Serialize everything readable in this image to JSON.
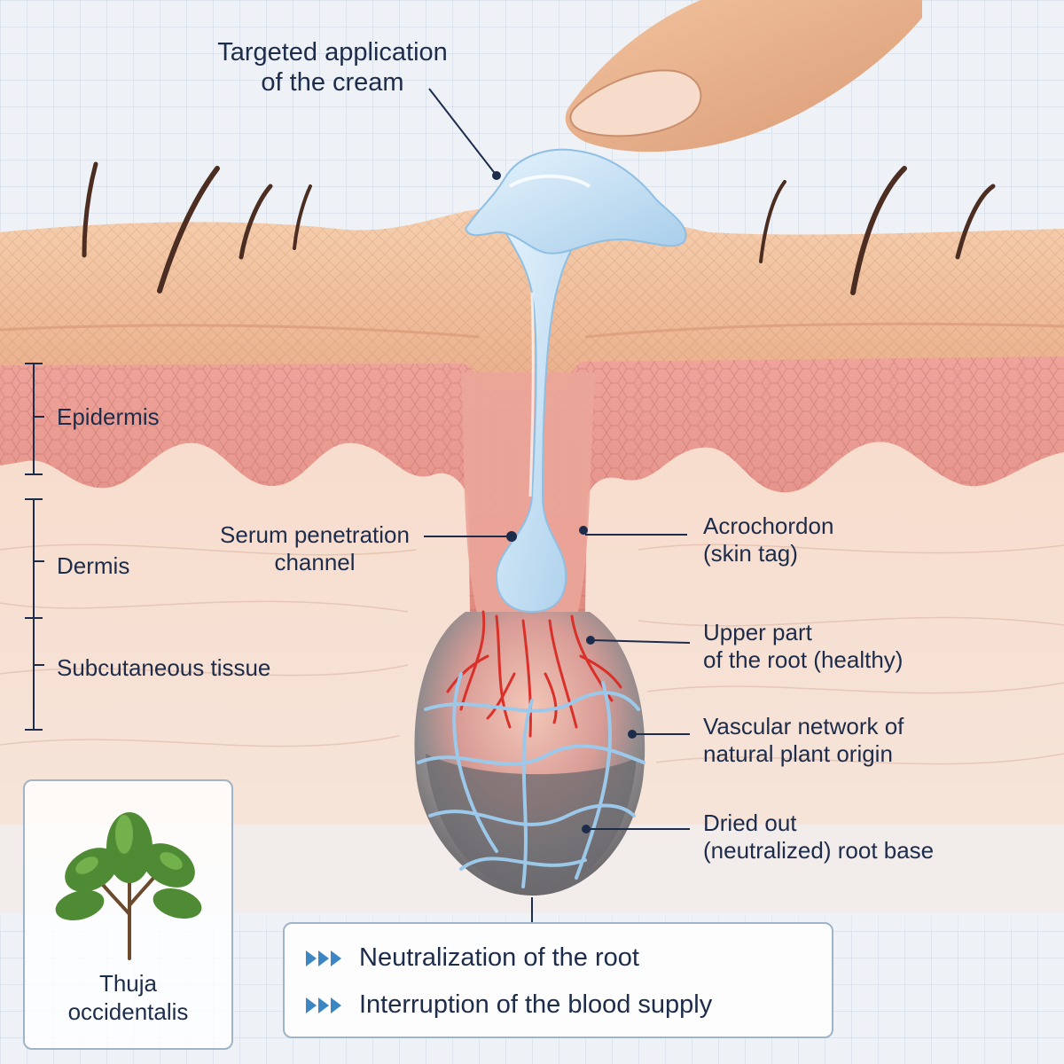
{
  "labels": {
    "cream_line1": "Targeted application",
    "cream_line2": "of the cream",
    "epidermis": "Epidermis",
    "dermis": "Dermis",
    "subcutaneous": "Subcutaneous tissue",
    "serum_line1": "Serum penetration",
    "serum_line2": "channel",
    "acro_line1": "Acrochordon",
    "acro_line2": "(skin tag)",
    "upper_line1": "Upper part",
    "upper_line2": "of the root (healthy)",
    "vascular_line1": "Vascular network of",
    "vascular_line2": "natural plant origin",
    "dried_line1": "Dried out",
    "dried_line2": "(neutralized) root base"
  },
  "thuja": {
    "line1": "Thuja",
    "line2": "occidentalis",
    "icon": "thuja-branch-icon"
  },
  "results": [
    {
      "text": "Neutralization of the root",
      "icon": "double-arrow-icon"
    },
    {
      "text": "Interruption of the blood supply",
      "icon": "double-arrow-icon"
    }
  ],
  "colors": {
    "text": "#1d2c4a",
    "skin": "#f2c3a0",
    "epidermis": "#e89a8e",
    "dermis": "#f8dccb",
    "cream": "#bcdcf2",
    "vessel": "#d9302a",
    "network": "#9cc8ea",
    "dried": "#6f6f73",
    "arrow": "#3d86c4"
  }
}
